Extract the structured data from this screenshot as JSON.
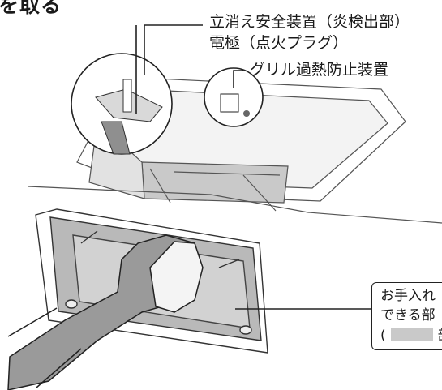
{
  "heading": "を取る",
  "labels": {
    "flame_detector": "立消え安全装置（炎検出部）",
    "electrode": "電極（点火プラグ）",
    "grill_overheat": "グリル過熱防止装置"
  },
  "callout": {
    "line1": "お手入れ",
    "line2": "できる部",
    "line3_open": "(",
    "line3_tail": "部"
  },
  "colors": {
    "line": "#222222",
    "panel_gray": "#c8c8c8",
    "glove_gray": "#9a9a9a",
    "cloth": "#f4f4f4"
  }
}
